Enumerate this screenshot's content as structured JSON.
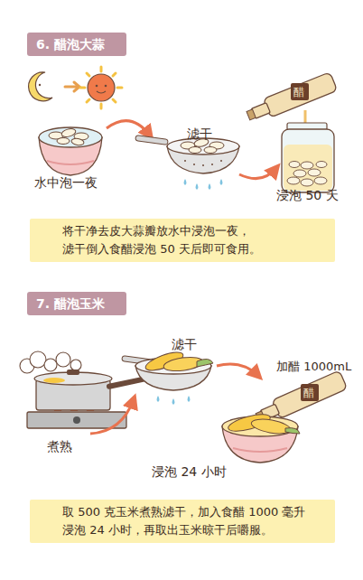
{
  "diagram": {
    "nodes": [
      {
        "text": [
          "6. 醋泡大蒜"
        ]
      },
      {
        "text": [
          "将干净去皮大蒜瓣放水中浸泡一夜， 滤干倒入食醋浸泡 50 天后即可食用。"
        ]
      },
      {
        "text": [
          "7. 醋泡玉米"
        ]
      },
      {
        "text": [
          "取 500 克玉米煮熟滤干，加入食醋 1000 毫升 浸泡 24 小时，再取出玉米晾干后嚼服。"
        ]
      }
    ],
    "edges": [],
    "labels": [
      "醋",
      "滤干",
      "水中泡一夜",
      "浸泡 50 天",
      "滤干",
      "加醋 1000mL",
      "醋",
      "煮熟",
      "浸泡 24 小时"
    ]
  }
}
